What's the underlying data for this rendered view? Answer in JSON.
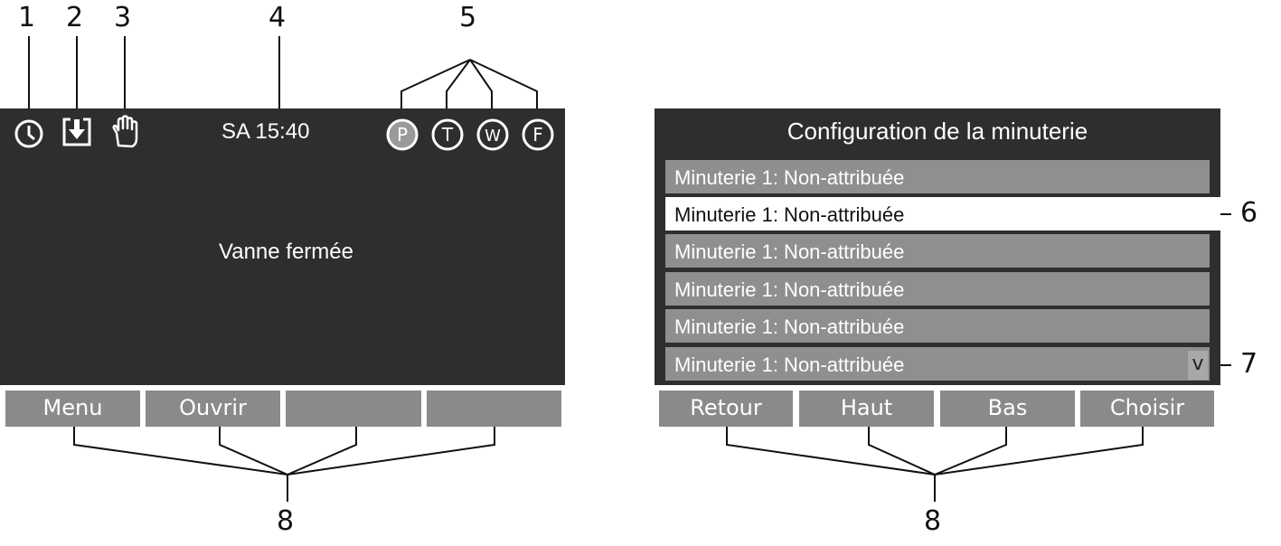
{
  "callouts": [
    "1",
    "2",
    "3",
    "4",
    "5",
    "6",
    "7",
    "8"
  ],
  "left_screen": {
    "status": {
      "time": "SA 15:40",
      "icons": [
        "clock-icon",
        "download-icon",
        "hand-icon"
      ],
      "mode_badges": [
        "P",
        "T",
        "W",
        "F"
      ],
      "active_badge": "P"
    },
    "message": "Vanne fermée",
    "softkeys": [
      "Menu",
      "Ouvrir",
      "",
      ""
    ]
  },
  "right_screen": {
    "title": "Configuration de la minuterie",
    "rows": [
      "Minuterie 1: Non-attribuée",
      "Minuterie 1: Non-attribuée",
      "Minuterie 1: Non-attribuée",
      "Minuterie 1: Non-attribuée",
      "Minuterie 1: Non-attribuée",
      "Minuterie 1: Non-attribuée"
    ],
    "selected_row_index": 1,
    "scroll_glyph": "v",
    "softkeys": [
      "Retour",
      "Haut",
      "Bas",
      "Choisir"
    ]
  },
  "colors": {
    "screen_bg": "#2e2e2e",
    "softkey_bg": "#8a8a8a",
    "row_bg": "#8f8f8f",
    "selected_row_bg": "#ffffff",
    "badge_active_bg": "#9a9a9a"
  }
}
